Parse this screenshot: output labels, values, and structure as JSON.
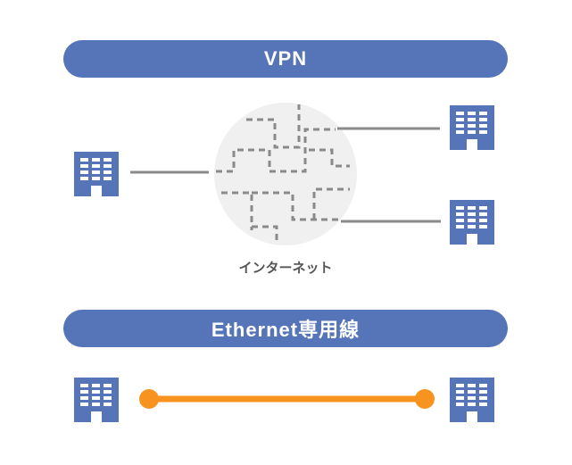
{
  "colors": {
    "banner": "#5674b8",
    "building": "#5674b8",
    "cloud": "#f0f0f0",
    "path": "#8a8a8a",
    "line": "#8a8a8a",
    "ethernet": "#f7931e"
  },
  "icons": {
    "building": "office-building-icon"
  },
  "vpn": {
    "title": "VPN",
    "cloud_label": "インターネット"
  },
  "ethernet": {
    "title": "Ethernet専用線"
  }
}
